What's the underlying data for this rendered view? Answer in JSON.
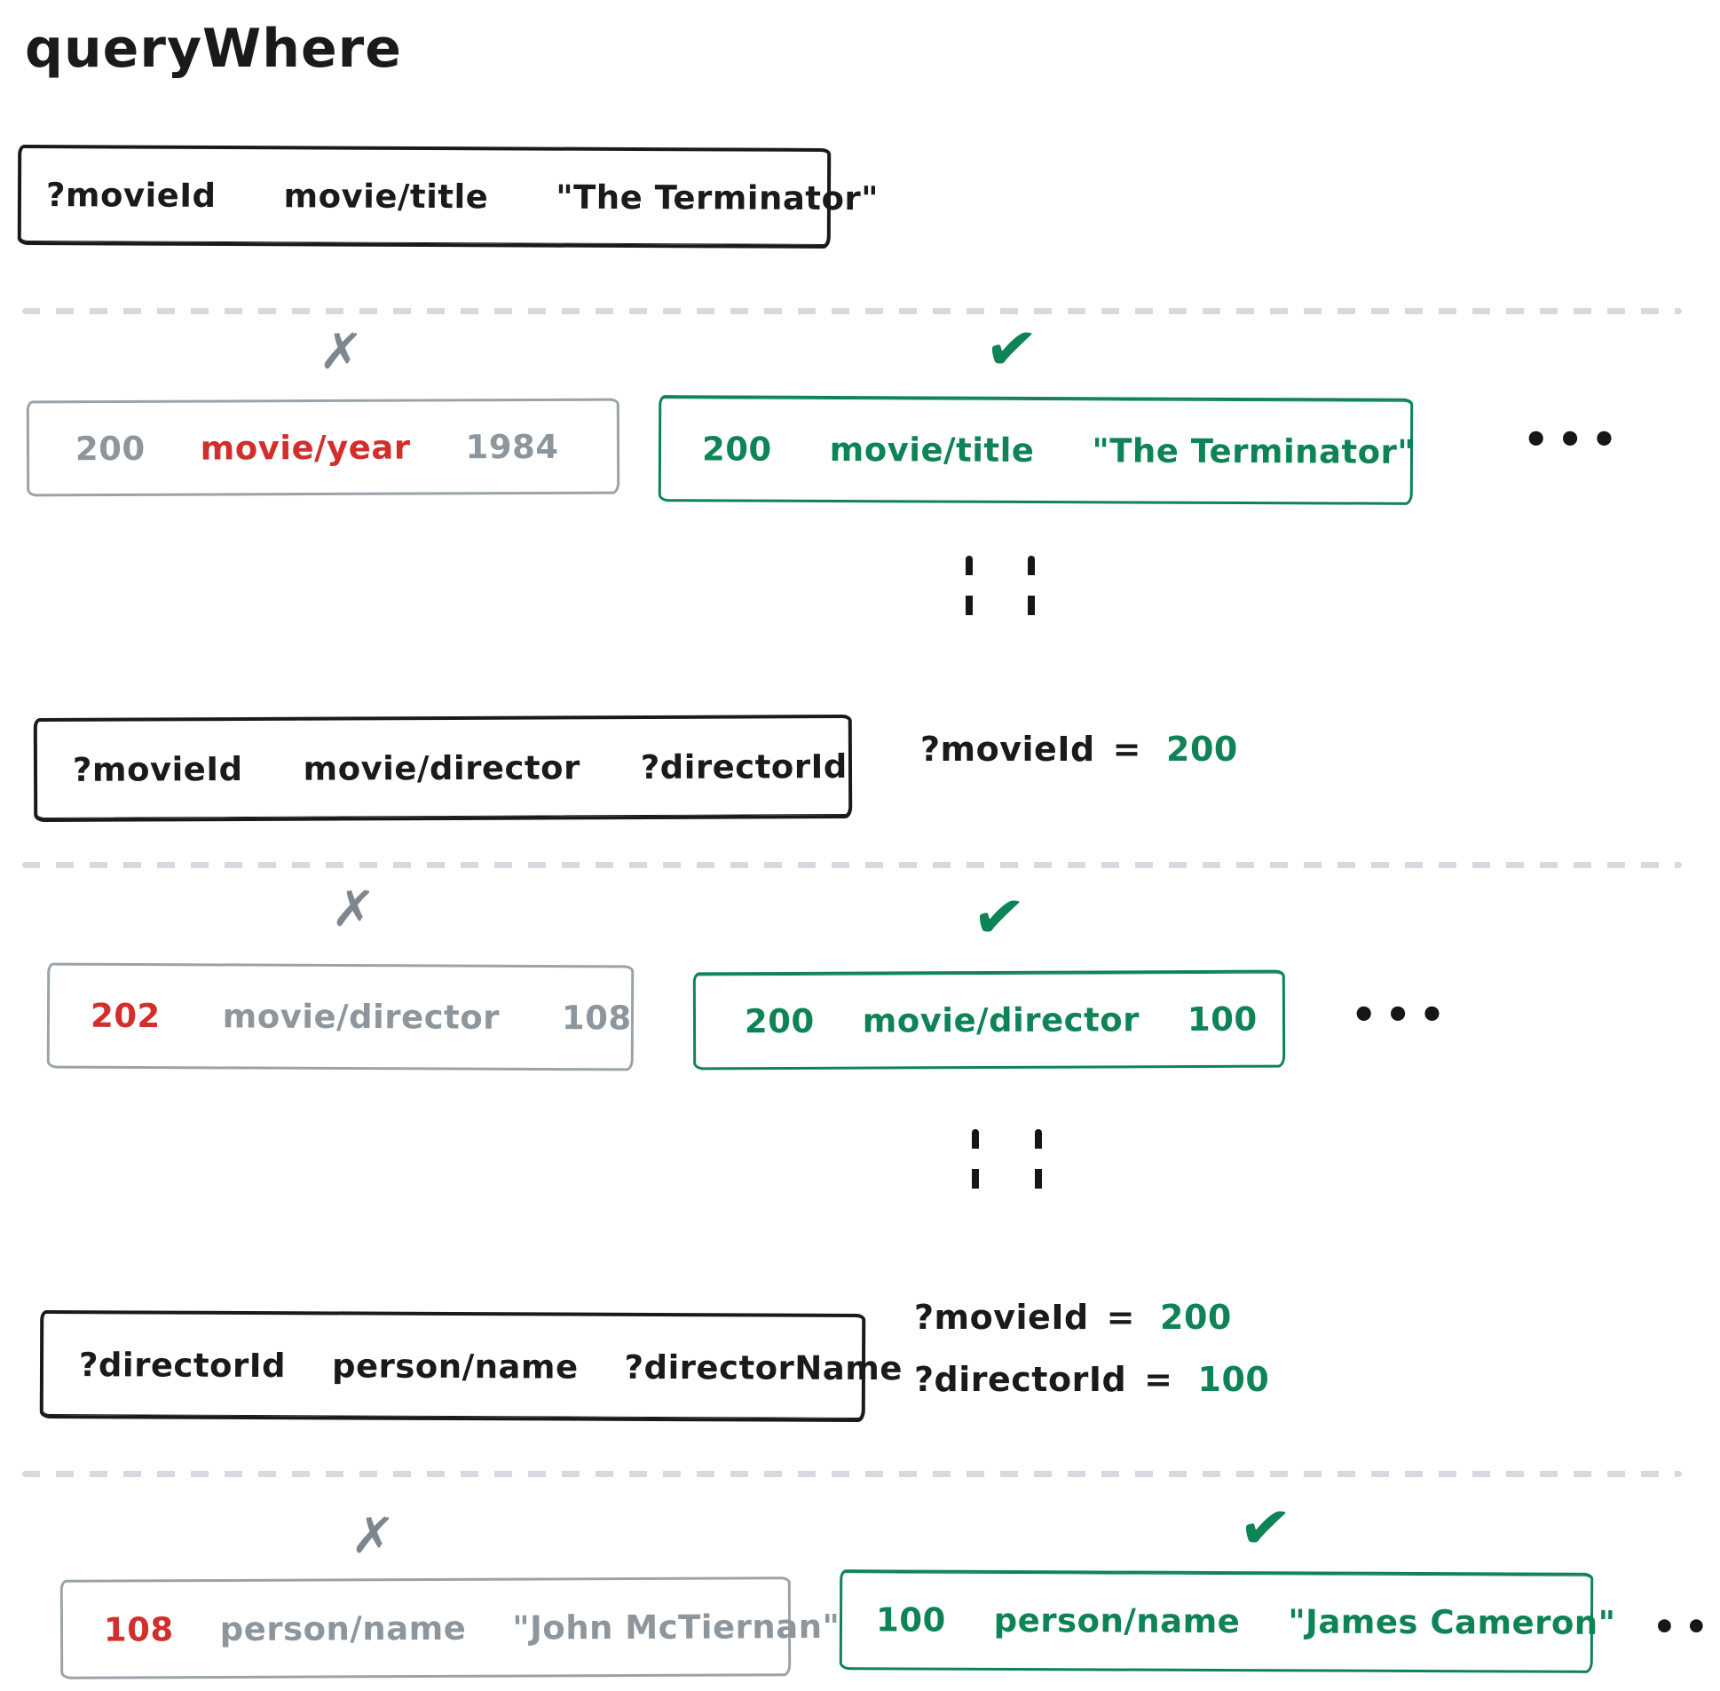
{
  "title": "queryWhere",
  "marks": {
    "x": "✗",
    "check": "✔",
    "ellipsis": "•••"
  },
  "colors": {
    "green": "#0e8356",
    "red": "#d22e2b",
    "gray_text": "#8d969d",
    "gray_border": "#9aa3a9",
    "x_gray": "#7e878f",
    "divider": "#d6dade",
    "ink": "#1a1a1a"
  },
  "queries": [
    {
      "s": "?movieId",
      "p": "movie/title",
      "o": "\"The Terminator\"",
      "bindings": []
    },
    {
      "s": "?movieId",
      "p": "movie/director",
      "o": "?directorId",
      "bindings": [
        {
          "name": "?movieId",
          "op": "=",
          "value": "200"
        }
      ]
    },
    {
      "s": "?directorId",
      "p": "person/name",
      "o": "?directorName",
      "bindings": [
        {
          "name": "?movieId",
          "op": "=",
          "value": "200"
        },
        {
          "name": "?directorId",
          "op": "=",
          "value": "100"
        }
      ]
    }
  ],
  "matches": [
    {
      "reject": {
        "s": "200",
        "p": "movie/year",
        "o": "1984"
      },
      "accept": {
        "s": "200",
        "p": "movie/title",
        "o": "\"The Terminator\""
      }
    },
    {
      "reject": {
        "s": "202",
        "p": "movie/director",
        "o": "108"
      },
      "accept": {
        "s": "200",
        "p": "movie/director",
        "o": "100"
      }
    },
    {
      "reject": {
        "s": "108",
        "p": "person/name",
        "o": "\"John McTiernan\""
      },
      "accept": {
        "s": "100",
        "p": "person/name",
        "o": "\"James Cameron\""
      }
    }
  ]
}
